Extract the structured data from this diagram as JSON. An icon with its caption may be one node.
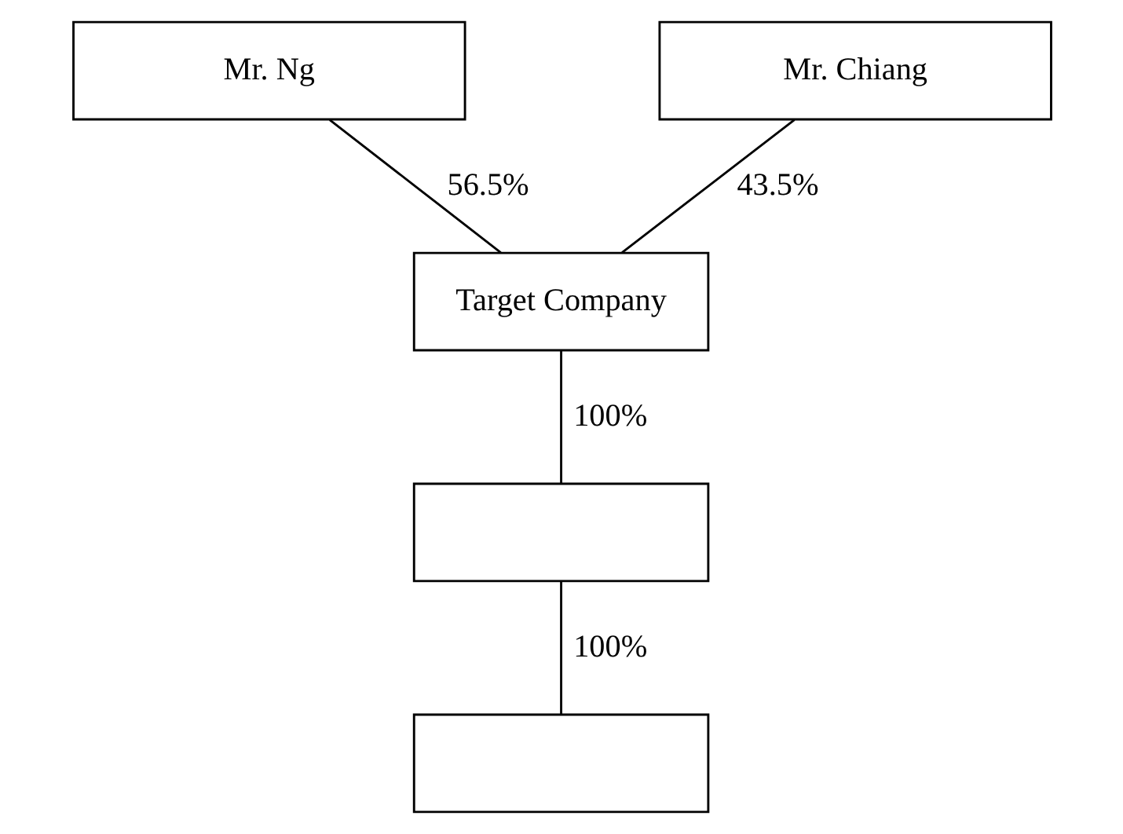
{
  "diagram": {
    "nodes": [
      {
        "text": [
          "Mr. Ng"
        ]
      },
      {
        "text": [
          "Mr. Chiang"
        ]
      },
      {
        "text": [
          "Target Company"
        ]
      },
      {
        "text": [],
        "shape": "box"
      },
      {
        "text": [],
        "shape": "box"
      }
    ],
    "edges": [
      {
        "from": 0,
        "to": 2,
        "arrow": "none",
        "label": "56.5%"
      },
      {
        "from": 1,
        "to": 2,
        "arrow": "none",
        "label": "43.5%"
      },
      {
        "from": 2,
        "to": 3,
        "arrow": "none",
        "label": "100%"
      },
      {
        "from": 3,
        "to": 4,
        "arrow": "none",
        "label": "100%"
      }
    ]
  }
}
